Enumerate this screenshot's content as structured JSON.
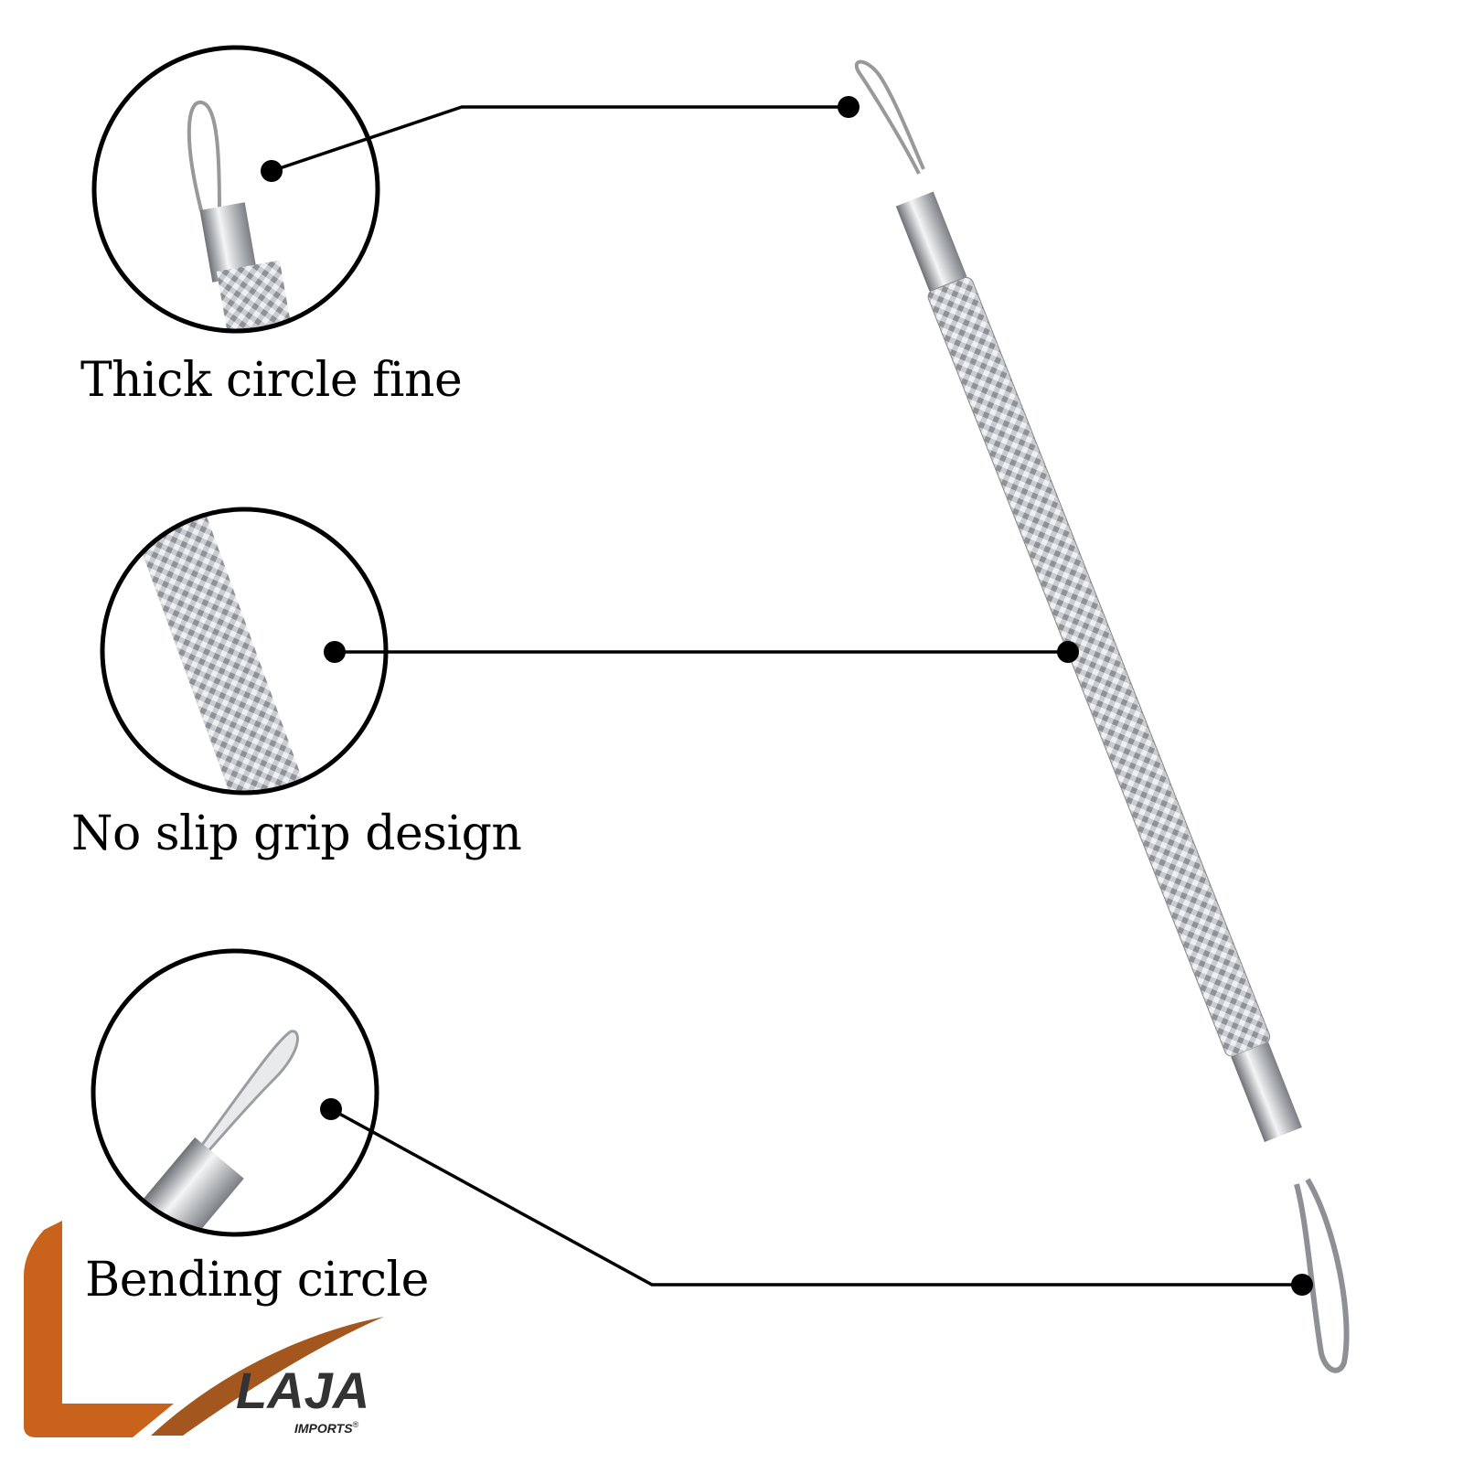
{
  "captions": [
    {
      "text": "Thick circle fine"
    },
    {
      "text": "No slip grip design"
    },
    {
      "text": "Bending circle"
    }
  ],
  "logo": {
    "name": "LAJA",
    "sub": "IMPORTS",
    "mark": "®"
  },
  "colors": {
    "line": "#000000",
    "steel": "#b9bcc0",
    "logo_orange": "#d9741c"
  }
}
